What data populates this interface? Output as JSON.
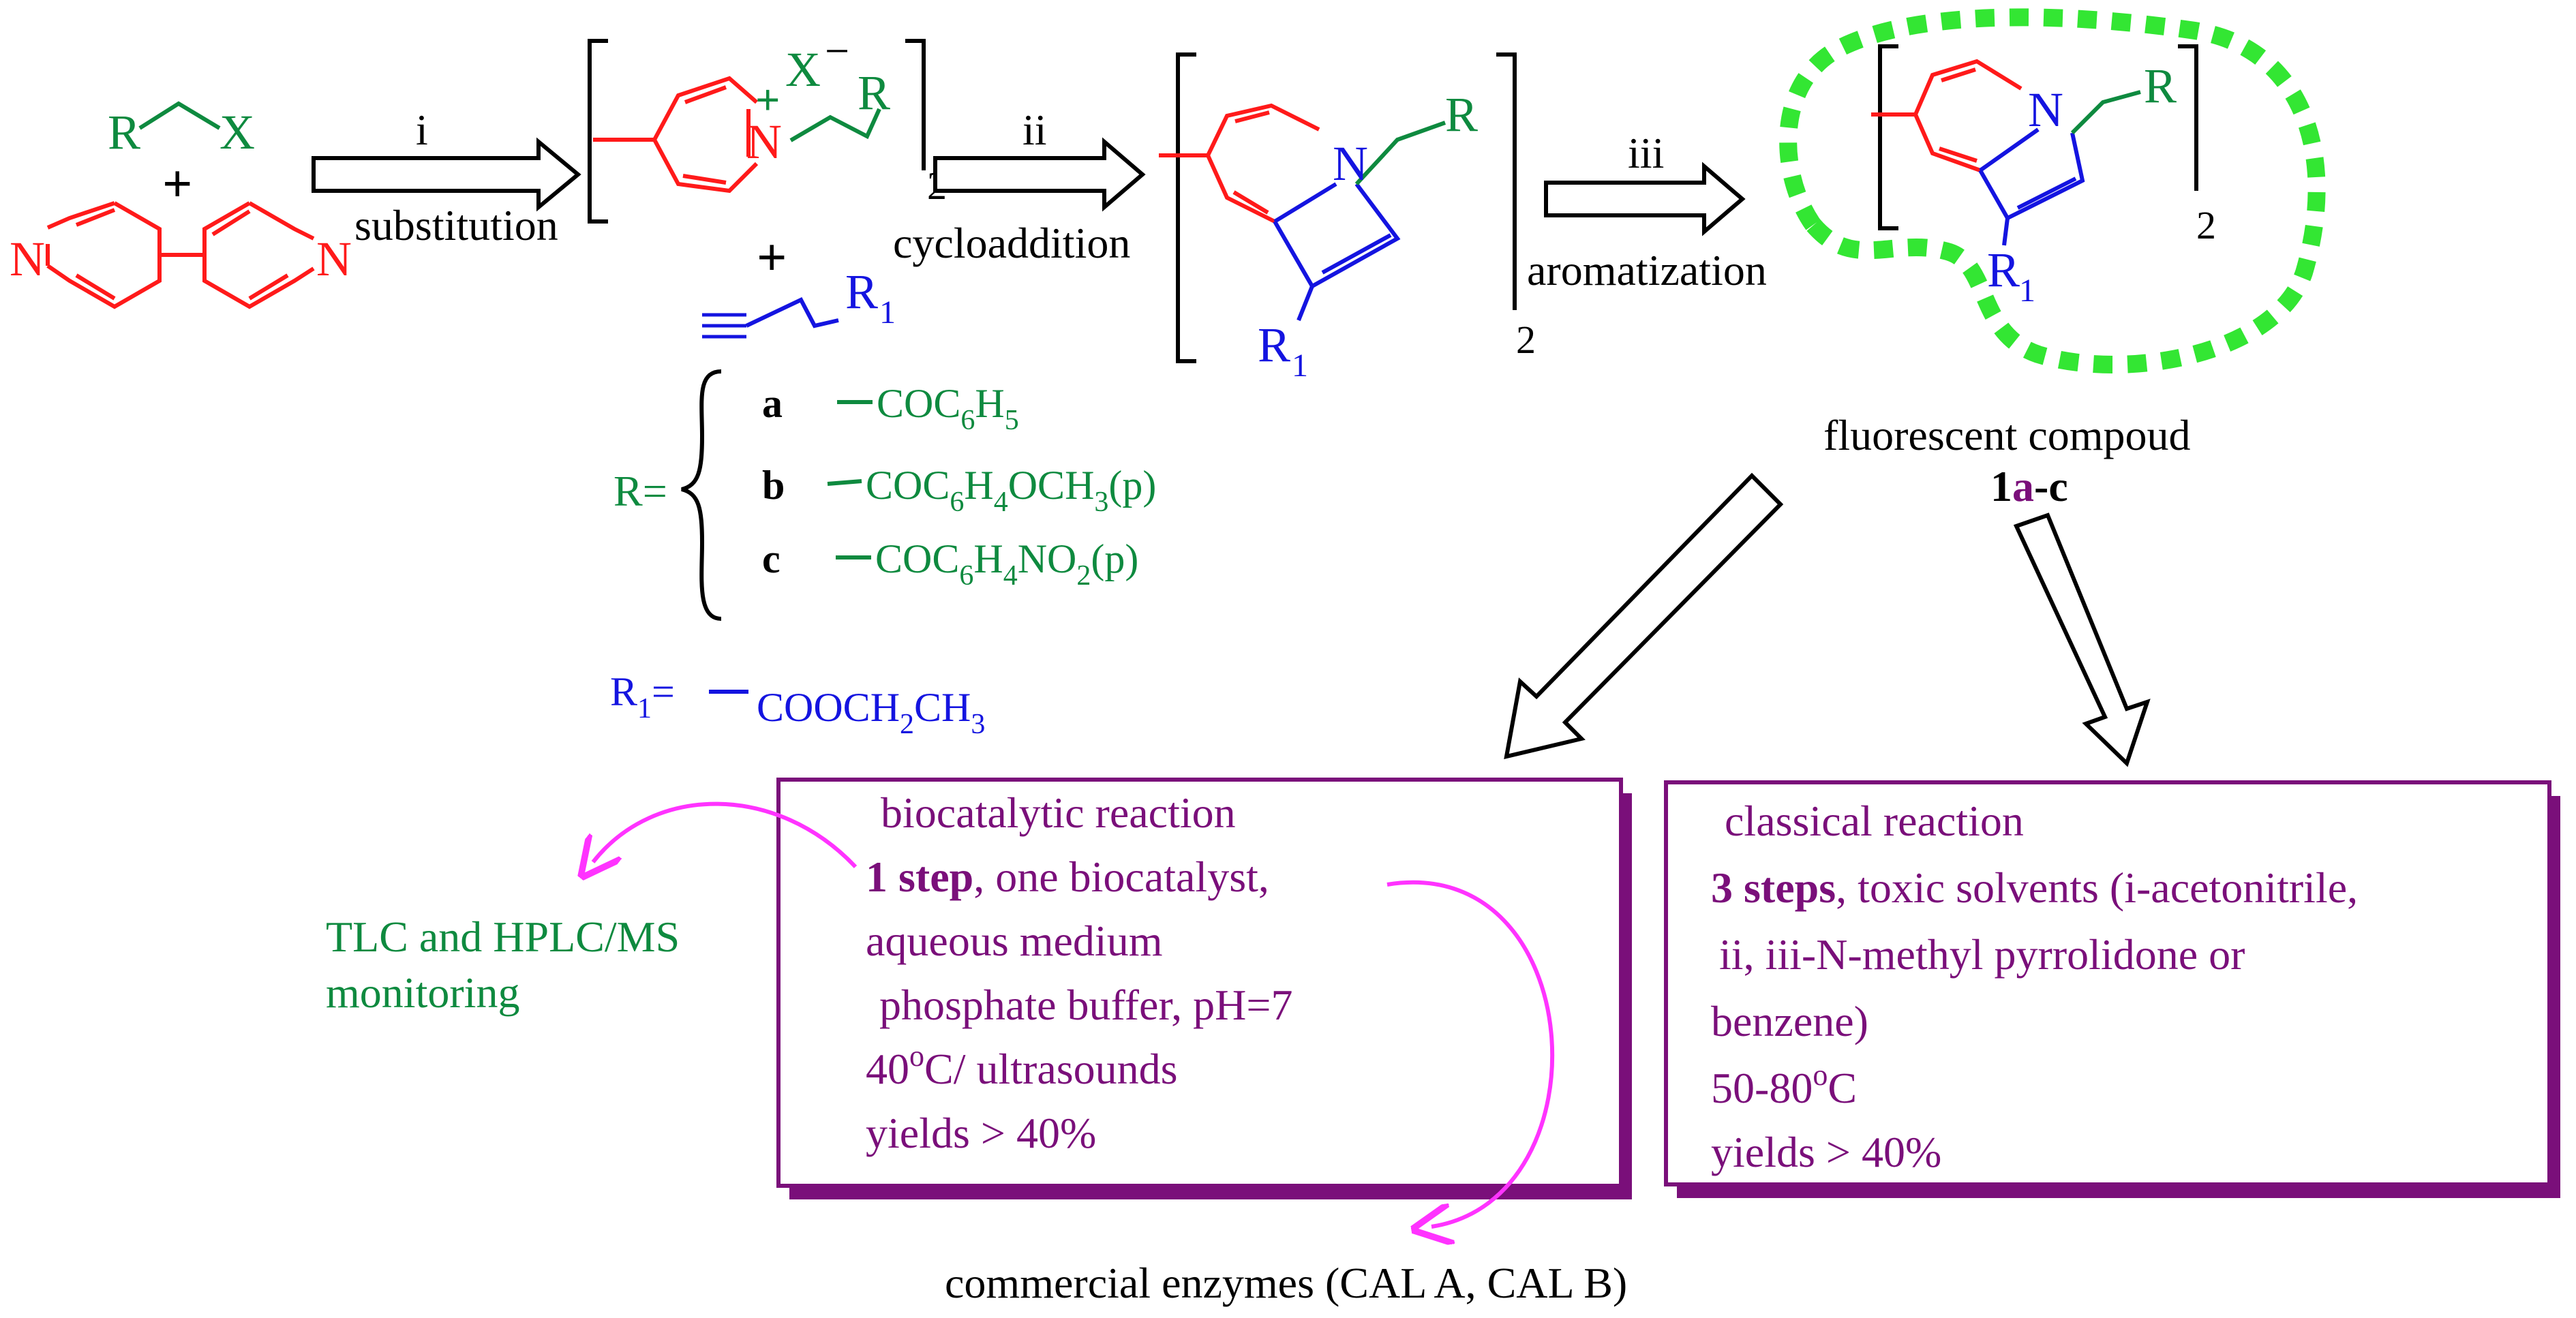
{
  "colors": {
    "red": "#ff1a1a",
    "green": "#0e8a3f",
    "blue": "#1414e0",
    "purple": "#7a0f7a",
    "magenta": "#ff33ff",
    "lime": "#33e633",
    "black": "#000000"
  },
  "reactants": {
    "alkyl_R": "R",
    "alkyl_X": "X",
    "plus1": "+",
    "bipy_N_left": "N",
    "bipy_N_right": "N"
  },
  "steps": {
    "i_label": "i",
    "i_name": "substitution",
    "ii_label": "ii",
    "ii_name": "cycloaddition",
    "iii_label": "iii",
    "iii_name": "aromatization"
  },
  "intermediate1": {
    "N": "N",
    "plus_charge": "+",
    "X": "X",
    "minus": "−",
    "R": "R",
    "subscript": "2",
    "plus2": "+",
    "alkyne_R1_base": "R",
    "alkyne_R1_sub": "1"
  },
  "intermediate2": {
    "N": "N",
    "R": "R",
    "R1_base": "R",
    "R1_sub": "1",
    "subscript": "2"
  },
  "product": {
    "N": "N",
    "R": "R",
    "R1_base": "R",
    "R1_sub": "1",
    "subscript": "2",
    "caption": "fluorescent compoud",
    "code_num": "1",
    "code_letters": "a",
    "code_dash": "-c"
  },
  "r_definitions": {
    "lhs": "R=",
    "items": [
      {
        "key": "a",
        "formula": [
          "COC",
          "6",
          "H",
          "5",
          ""
        ]
      },
      {
        "key": "b",
        "formula": [
          "COC",
          "6",
          "H",
          "4",
          "OCH",
          "3",
          "(p)"
        ]
      },
      {
        "key": "c",
        "formula": [
          "COC",
          "6",
          "H",
          "4",
          "NO",
          "2",
          "(p)"
        ]
      }
    ],
    "r1_lhs_base": "R",
    "r1_lhs_sub": "1",
    "r1_lhs_eq": "=",
    "r1_formula": [
      "COOCH",
      "2",
      "CH",
      "3"
    ]
  },
  "monitoring": {
    "line1": "TLC and HPLC/MS",
    "line2": "monitoring"
  },
  "biocatalytic_box": {
    "title": "biocatalytic reaction",
    "line1_bold": "1 step",
    "line1_rest": ", one biocatalyst,",
    "line2": "aqueous medium",
    "line3": "phosphate buffer, pH=7",
    "line4_pre": "40",
    "line4_sup": "o",
    "line4_post": "C/ ultrasounds",
    "line5": "yields > 40%"
  },
  "classical_box": {
    "title": "classical reaction",
    "line1_bold": "3 steps",
    "line1_rest": ",  toxic solvents (i-acetonitrile,",
    "line2": "ii, iii-N-methyl pyrrolidone or",
    "line3": "benzene)",
    "line4_pre": "50-80",
    "line4_sup": "o",
    "line4_post": "C",
    "line5": "yields > 40%"
  },
  "enzymes": "commercial enzymes (CAL A, CAL B)"
}
